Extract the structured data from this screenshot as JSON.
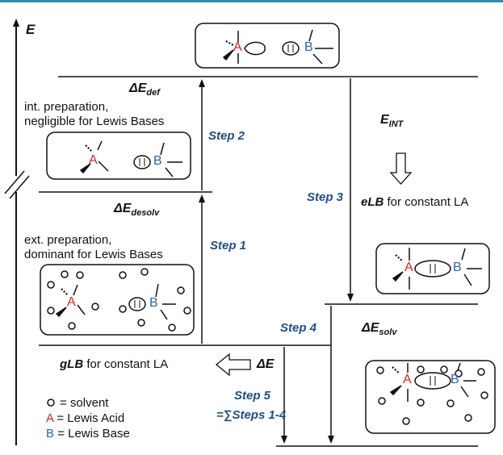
{
  "axis": {
    "label": "E"
  },
  "steps": {
    "step1": "Step 1",
    "step2": "Step 2",
    "step3": "Step 3",
    "step4": "Step 4",
    "step5": "Step 5",
    "step5_sum": "=∑Steps 1-4"
  },
  "energies": {
    "def": {
      "main": "ΔE",
      "sub": "def"
    },
    "desolv": {
      "main": "ΔE",
      "sub": "desolv"
    },
    "int": {
      "main": "E",
      "sub": "INT"
    },
    "solv": {
      "main": "ΔE",
      "sub": "solv"
    },
    "total": "ΔE"
  },
  "descriptions": {
    "int_prep_1": "int. preparation,",
    "int_prep_2": "negligible for Lewis Bases",
    "ext_prep_1": "ext. preparation,",
    "ext_prep_2": "dominant for Lewis Bases",
    "elb_strong": "eLB",
    "elb_rest": " for constant LA",
    "glb_strong": "gLB",
    "glb_rest": " for constant LA"
  },
  "atoms": {
    "acid": "A",
    "base": "B"
  },
  "legend": {
    "solvent": "= solvent",
    "acid_letter": "A",
    "acid": "= Lewis Acid",
    "base_letter": "B",
    "base": "= Lewis Base"
  },
  "colors": {
    "acid": "#e02020",
    "base": "#2a63b8",
    "step": "#1e4e8c",
    "rule": "#2e8fa8"
  }
}
